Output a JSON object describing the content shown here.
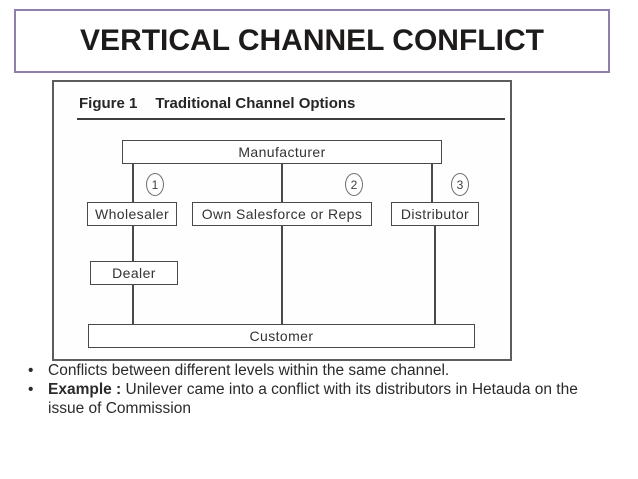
{
  "title": "VERTICAL CHANNEL CONFLICT",
  "bullet_marker": "•",
  "colors": {
    "title_border": "#8e7fad",
    "title_text": "#1d1a1a",
    "diagram_line": "#4a4a4a",
    "body_text": "#2a2a2a"
  },
  "figure": {
    "label": "Figure 1",
    "heading": "Traditional Channel Options",
    "nodes": {
      "manufacturer": "Manufacturer",
      "wholesaler": "Wholesaler",
      "own_salesforce": "Own Salesforce or Reps",
      "distributor": "Distributor",
      "dealer": "Dealer",
      "customer": "Customer"
    },
    "channel_numbers": [
      "1",
      "2",
      "3"
    ]
  },
  "bullets": [
    {
      "bold": "",
      "text": "Conflicts between different levels within the same channel."
    },
    {
      "bold": "Example :",
      "text": " Unilever came into a conflict with its distributors in Hetauda on the issue of Commission"
    }
  ]
}
